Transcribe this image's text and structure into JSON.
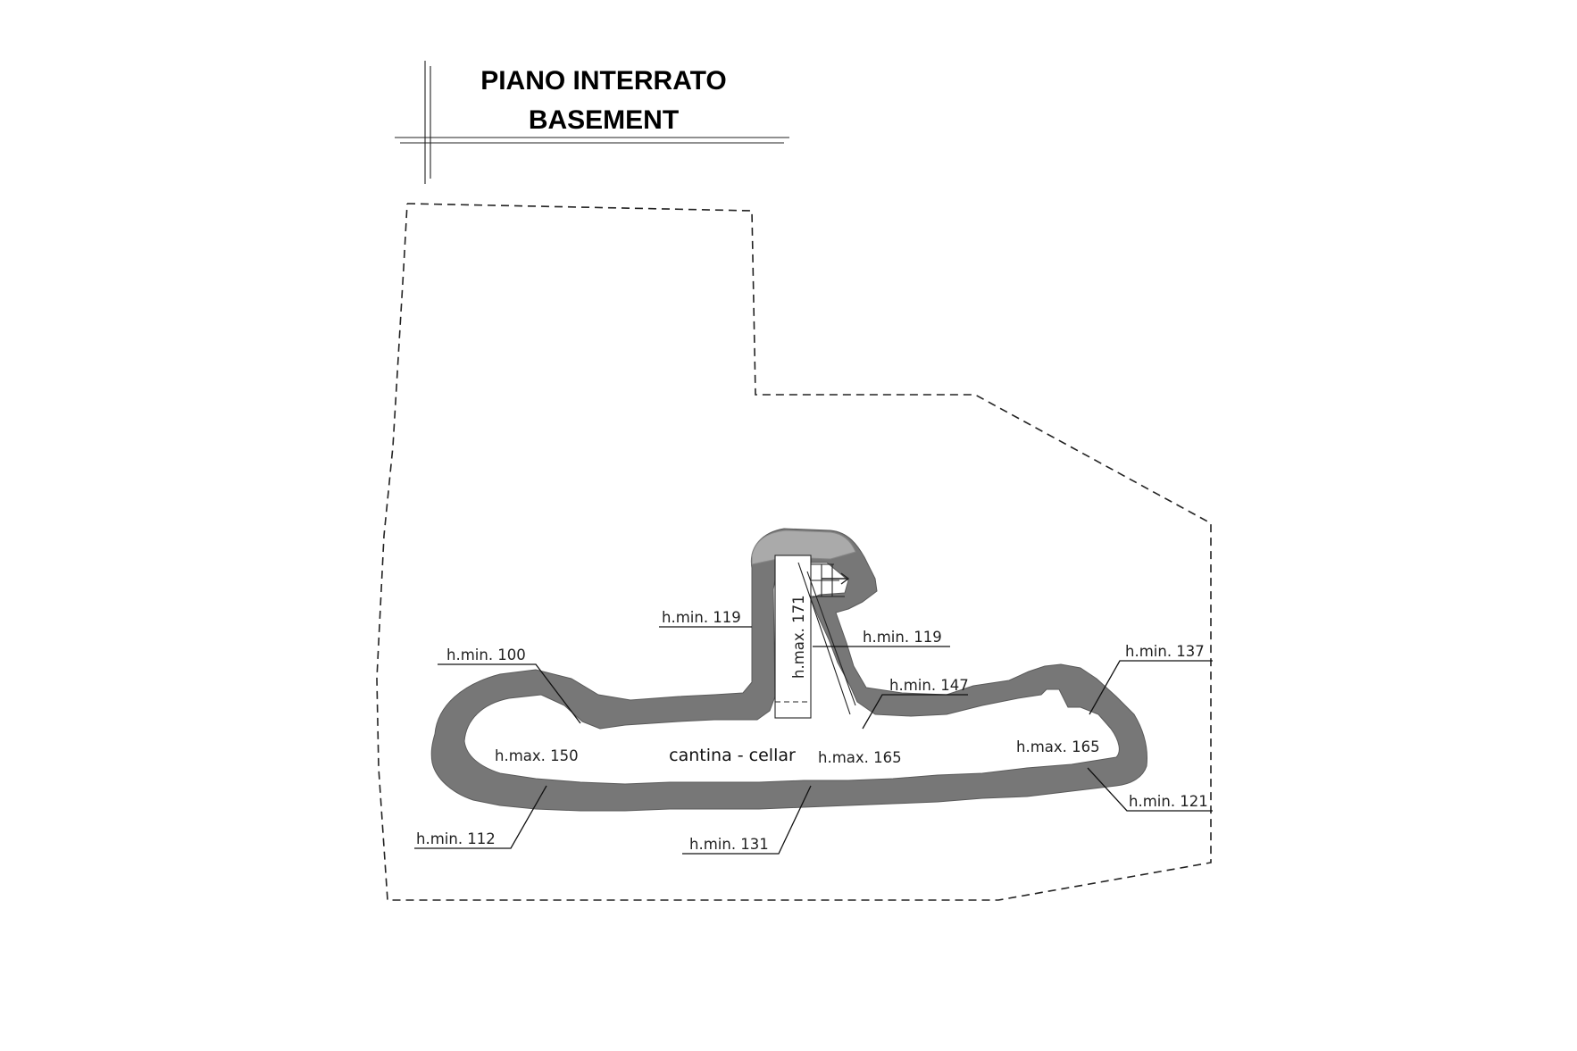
{
  "title": {
    "line1": "PIANO INTERRATO",
    "line2": "BASEMENT"
  },
  "room": {
    "label": "cantina - cellar"
  },
  "heights": {
    "hmin_119_left": "h.min. 119",
    "hmax_171": "h.max. 171",
    "hmin_119_right": "h.min. 119",
    "hmin_100": "h.min. 100",
    "hmin_147": "h.min. 147",
    "hmin_137": "h.min. 137",
    "hmax_150": "h.max. 150",
    "hmax_165_center": "h.max. 165",
    "hmax_165_right": "h.max. 165",
    "hmin_121": "h.min. 121",
    "hmin_112": "h.min. 112",
    "hmin_131": "h.min. 131"
  },
  "colors": {
    "wall": "#777777",
    "stair_cap": "#aaaaaa",
    "line": "#111111"
  }
}
